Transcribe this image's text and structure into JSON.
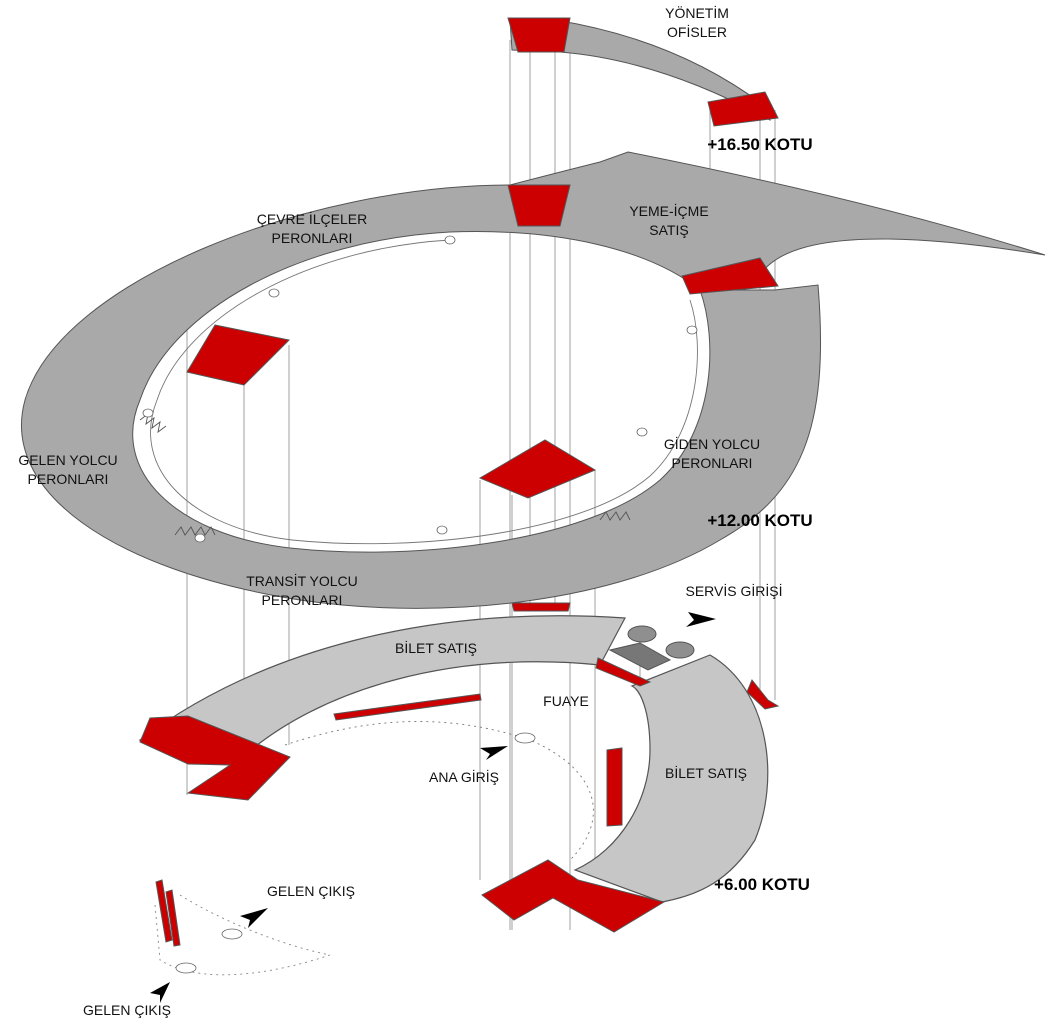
{
  "colors": {
    "slab_dark": "#a9a9a9",
    "slab_light": "#c6c6c6",
    "core_red": "#cc0000",
    "line": "#555555",
    "text": "#111111"
  },
  "levels": {
    "top": "+16.50 KOTU",
    "middle": "+12.00 KOTU",
    "bottom": "+6.00 KOTU"
  },
  "labels": {
    "admin_line1": "YÖNETİM",
    "admin_line2": "OFİSLER",
    "food_line1": "YEME-İÇME",
    "food_line2": "SATIŞ",
    "district_line1": "ÇEVRE İLÇELER",
    "district_line2": "PERONLARI",
    "arrival_line1": "GELEN YOLCU",
    "arrival_line2": "PERONLARI",
    "departure_line1": "GİDEN YOLCU",
    "departure_line2": "PERONLARI",
    "transit_line1": "TRANSİT YOLCU",
    "transit_line2": "PERONLARI",
    "service_entrance": "SERVİS GİRİŞİ",
    "ticket_sales_top": "BİLET SATIŞ",
    "ticket_sales_right": "BİLET SATIŞ",
    "foyer": "FUAYE",
    "main_entrance": "ANA GİRİŞ",
    "arrival_exit_1": "GELEN ÇIKIŞ",
    "arrival_exit_2": "GELEN ÇIKIŞ"
  }
}
